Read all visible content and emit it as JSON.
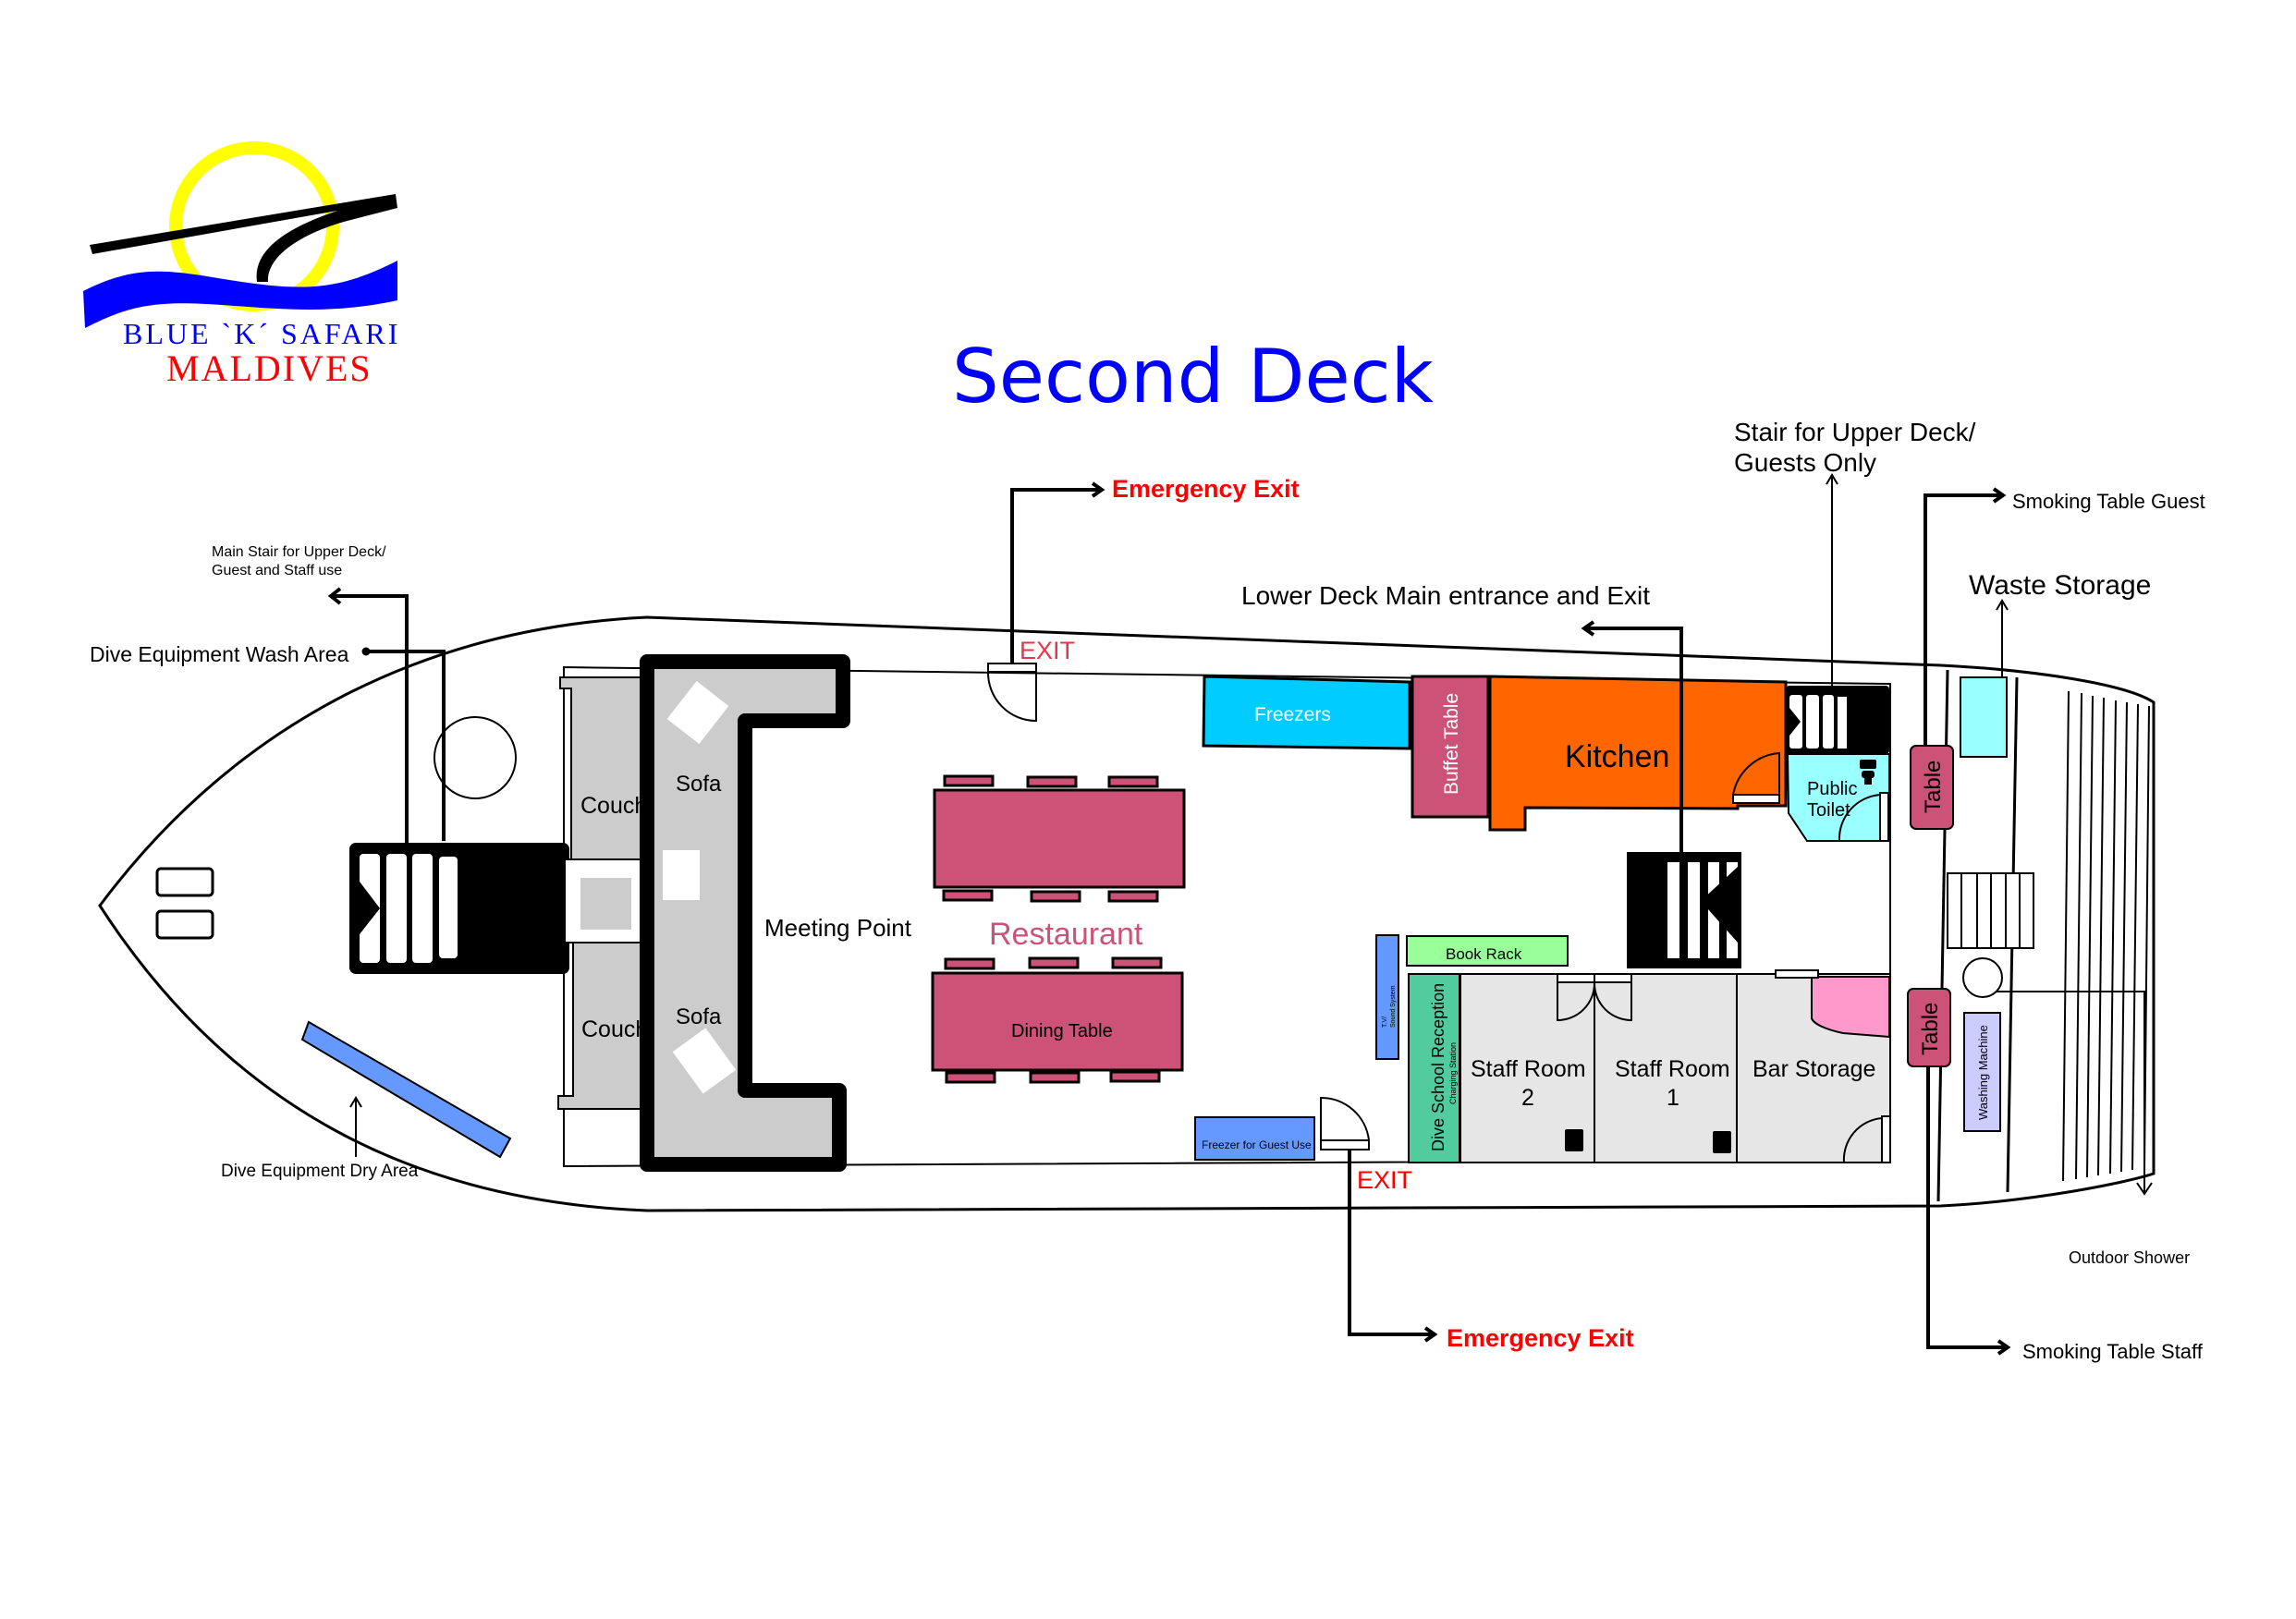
{
  "logo": {
    "line1": "BLUE `K´ SAFARI",
    "line2": "MALDIVES",
    "colors": {
      "sun": "#ffff00",
      "wave": "#0000ff",
      "line1": "#0000ff",
      "line2": "#ff0000"
    }
  },
  "title": "Second Deck",
  "colors": {
    "title": "#0000ff",
    "exit": "#ff0000",
    "exit_tag": "#e8334a",
    "restaurant": "#cc5277",
    "freezers": "#00ccff",
    "kitchen": "#ff6600",
    "toilet": "#99ffff",
    "book_rack": "#99ff99",
    "dive_school": "#52cc9e",
    "tv": "#6699ff",
    "staff_room": "#e6e6e6",
    "bar_pink": "#ff99cc",
    "couch": "#cccccc",
    "washing_machine": "#ccccff",
    "waste": "#99ffff"
  },
  "callouts": {
    "main_stair": [
      "Main Stair for Upper Deck/",
      "Guest and Staff use"
    ],
    "wash_area": "Dive Equipment Wash Area",
    "dry_area": "Dive Equipment Dry Area",
    "emergency_exit_top": "Emergency Exit",
    "emergency_exit_bottom": "Emergency Exit",
    "lower_deck": "Lower Deck Main entrance and Exit",
    "guest_stair": [
      "Stair for Upper Deck/",
      "Guests Only"
    ],
    "smoking_guest": "Smoking Table Guest",
    "waste_storage": "Waste Storage",
    "outdoor_shower": "Outdoor Shower",
    "smoking_staff": "Smoking Table Staff"
  },
  "rooms": {
    "couch_top": "Couch",
    "couch_bottom": "Couch",
    "sofa_top": "Sofa",
    "sofa_bottom": "Sofa",
    "meeting_point": "Meeting Point",
    "restaurant": "Restaurant",
    "dining_table": "Dining Table",
    "freezers": "Freezers",
    "buffet_table": "Buffet Table",
    "kitchen": "Kitchen",
    "public_toilet": [
      "Public",
      "Toilet"
    ],
    "book_rack": "Book Rack",
    "tv": [
      "T.V/",
      "Sound System"
    ],
    "dive_school": "Dive School Reception",
    "charging_station": "Charging Station",
    "staff_room_2": [
      "Staff Room",
      "2"
    ],
    "staff_room_1": [
      "Staff Room",
      "1"
    ],
    "bar_storage": "Bar Storage",
    "freezer_guest": "Freezer for Guest Use",
    "table_guest": "Table",
    "table_staff": "Table",
    "washing_machine": "Washing Machine"
  },
  "exit_tags": {
    "top": "EXIT",
    "bottom": "EXIT"
  }
}
